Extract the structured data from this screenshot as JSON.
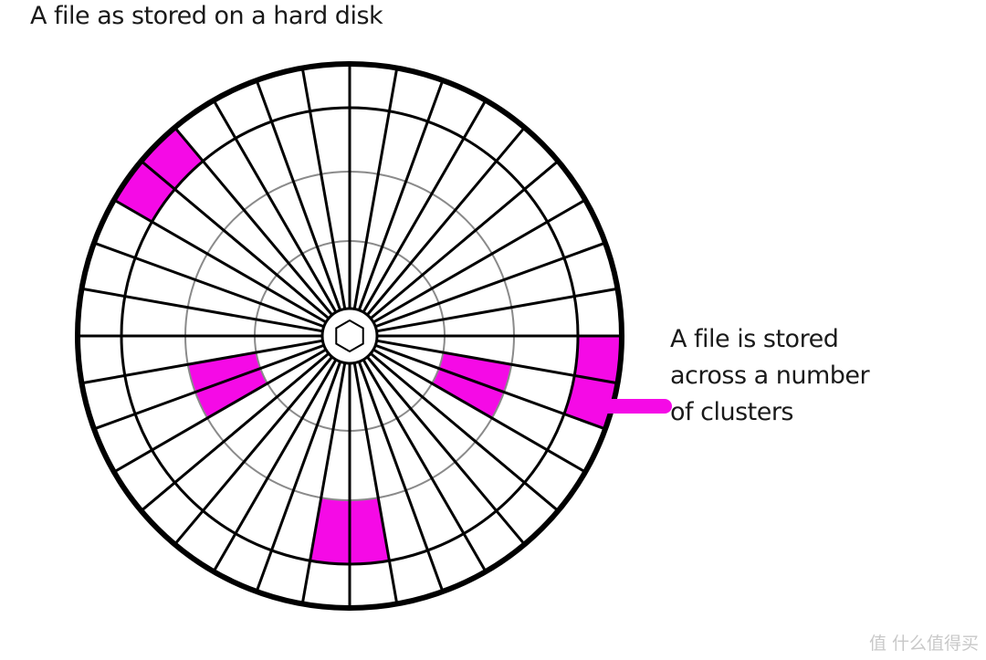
{
  "title": "A file as stored on a hard disk",
  "callout": {
    "lines": [
      "A file is stored",
      "across a number",
      "of clusters"
    ]
  },
  "watermark": "值 什么值得买",
  "colors": {
    "cluster": "#f50ae6",
    "line": "#000000",
    "track_gray": "#8a8a8a"
  },
  "disk": {
    "sectors": 36,
    "file_clusters": [
      {
        "track": "outer",
        "sectors_deg": [
          [
            130,
            140
          ],
          [
            140,
            150
          ]
        ]
      },
      {
        "track": "outer",
        "sectors_deg": [
          [
            -10,
            0
          ],
          [
            -20,
            -10
          ]
        ]
      },
      {
        "track": "middle",
        "sectors_deg": [
          [
            -100,
            -90
          ],
          [
            -90,
            -80
          ]
        ]
      },
      {
        "track": "inner",
        "sectors_deg": [
          [
            190,
            200
          ],
          [
            200,
            210
          ]
        ]
      },
      {
        "track": "inner",
        "sectors_deg": [
          [
            -20,
            -10
          ],
          [
            -30,
            -20
          ]
        ]
      }
    ]
  }
}
